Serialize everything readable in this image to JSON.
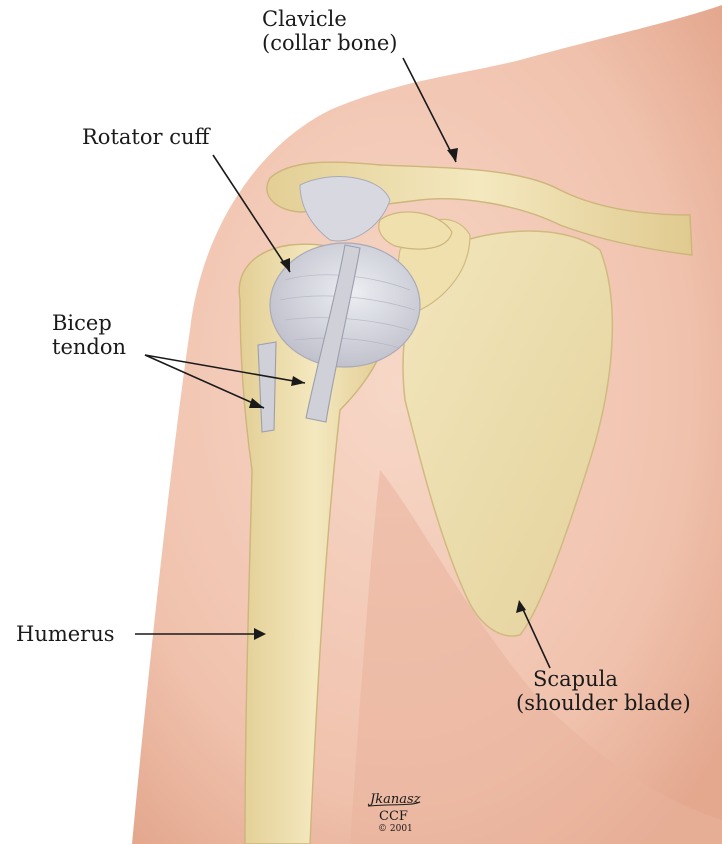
{
  "labels": {
    "clavicle": [
      "Clavicle",
      "(collar bone)"
    ],
    "rotator_cuff": "Rotator cuff",
    "bicep_tendon": [
      "Bicep",
      "tendon"
    ],
    "humerus": "Humerus",
    "scapula": [
      "Scapula",
      "(shoulder blade)"
    ]
  },
  "signature": {
    "artist": "Jkanasz",
    "org": "CCF",
    "copyright": "© 2001"
  },
  "colors": {
    "background": "#ffffff",
    "skin": "#f3c9b6",
    "skin_shade": "#e7ad96",
    "bone": "#ecdca7",
    "bone_light": "#f6ecc6",
    "bone_edge": "#d3bd84",
    "cuff": "#d6d7de",
    "tendon": "#cfd0d8",
    "ink": "#1a1a1a"
  }
}
